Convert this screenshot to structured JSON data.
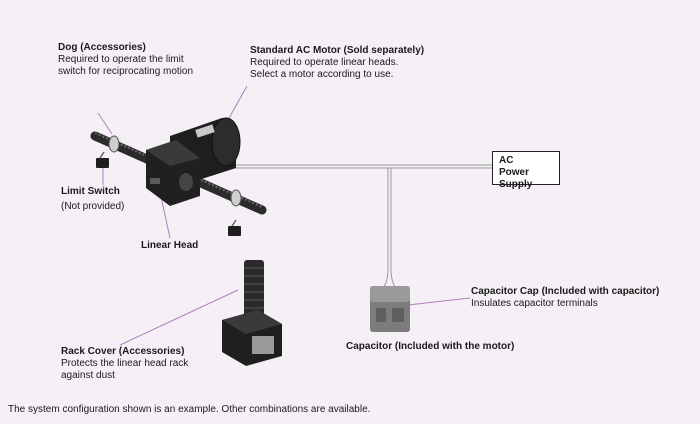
{
  "labels": {
    "dog": {
      "title": "Dog (Accessories)",
      "desc1": "Required to operate the limit",
      "desc2": "switch for reciprocating motion"
    },
    "motor": {
      "title": "Standard AC Motor (Sold separately)",
      "desc1": "Required to operate linear heads.",
      "desc2": "Select a motor according to use."
    },
    "limit_switch": {
      "title": "Limit Switch",
      "desc1": "(Not provided)"
    },
    "linear_head": {
      "title": "Linear Head"
    },
    "power_supply": {
      "line1": "AC",
      "line2": "Power Supply"
    },
    "capacitor_cap": {
      "title": "Capacitor Cap (Included with capacitor)",
      "desc1": "Insulates capacitor terminals"
    },
    "capacitor": {
      "title": "Capacitor (Included with the motor)"
    },
    "rack_cover": {
      "title": "Rack Cover (Accessories)",
      "desc1": "Protects the linear head rack",
      "desc2": "against dust"
    }
  },
  "footnote": "The system configuration shown is an example. Other combinations are available.",
  "colors": {
    "background": "#f5f0f6",
    "leader_line": "#b07fc0",
    "wire": "#8a8a8a",
    "device": "#1e1e1e"
  }
}
